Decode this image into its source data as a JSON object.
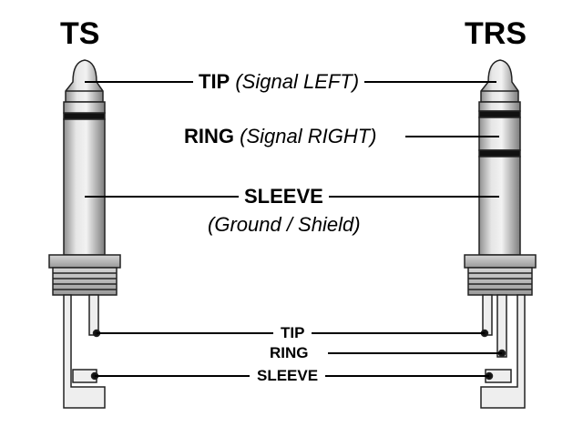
{
  "plugs": {
    "left_title": "TS",
    "right_title": "TRS"
  },
  "labels": {
    "tip_name": "TIP",
    "tip_desc": "(Signal LEFT)",
    "ring_name": "RING",
    "ring_desc": "(Signal RIGHT)",
    "sleeve_name": "SLEEVE",
    "sleeve_desc": "(Ground / Shield)"
  },
  "wires": {
    "tip": "TIP",
    "ring": "RING",
    "sleeve": "SLEEVE"
  },
  "colors": {
    "metal_light": "#e2e2e2",
    "metal_dark": "#8f8f8f",
    "insulator": "#111111",
    "line": "#000000"
  }
}
